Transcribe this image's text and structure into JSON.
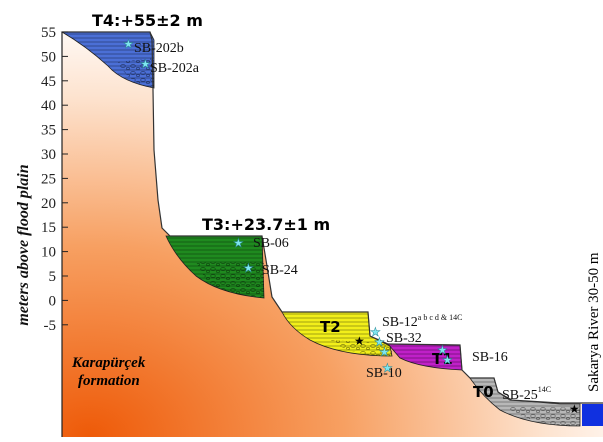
{
  "figure": {
    "y_axis": {
      "label": "meters above flood plain",
      "ticks": [
        "55",
        "50",
        "45",
        "40",
        "35",
        "30",
        "25",
        "20",
        "15",
        "10",
        "5",
        "0",
        "-5"
      ]
    },
    "terraces": [
      {
        "id": "T4",
        "label": "T4:+55±2 m",
        "color": "#4b6fd6"
      },
      {
        "id": "T3",
        "label": "T3:+23.7±1 m",
        "color": "#1f8a1f"
      },
      {
        "id": "T2",
        "label": "T2",
        "color": "#f2ef1a"
      },
      {
        "id": "T1",
        "label": "T1",
        "color": "#c020c8"
      },
      {
        "id": "T0",
        "label": "T0",
        "color": "#b8b8b8"
      }
    ],
    "samples": {
      "sb202b": "SB-202b",
      "sb202a": "SB-202a",
      "sb06": "SB-06",
      "sb24": "SB-24",
      "sb12": "SB-12",
      "sb12_sup": "a b c d & 14C",
      "sb32": "SB-32",
      "sb10": "SB-10",
      "sb16": "SB-16",
      "sb25": "SB-25",
      "sb25_sup": "14C"
    },
    "formation": {
      "line1": "Karapürçek",
      "line2": "formation"
    },
    "river": {
      "label": "Sakarya River 30-50 m",
      "color": "#1030e0"
    },
    "colors": {
      "formation_gradient": "#f06a10",
      "sample_star": "#7fe6f0",
      "dated_star": "#000000"
    }
  }
}
